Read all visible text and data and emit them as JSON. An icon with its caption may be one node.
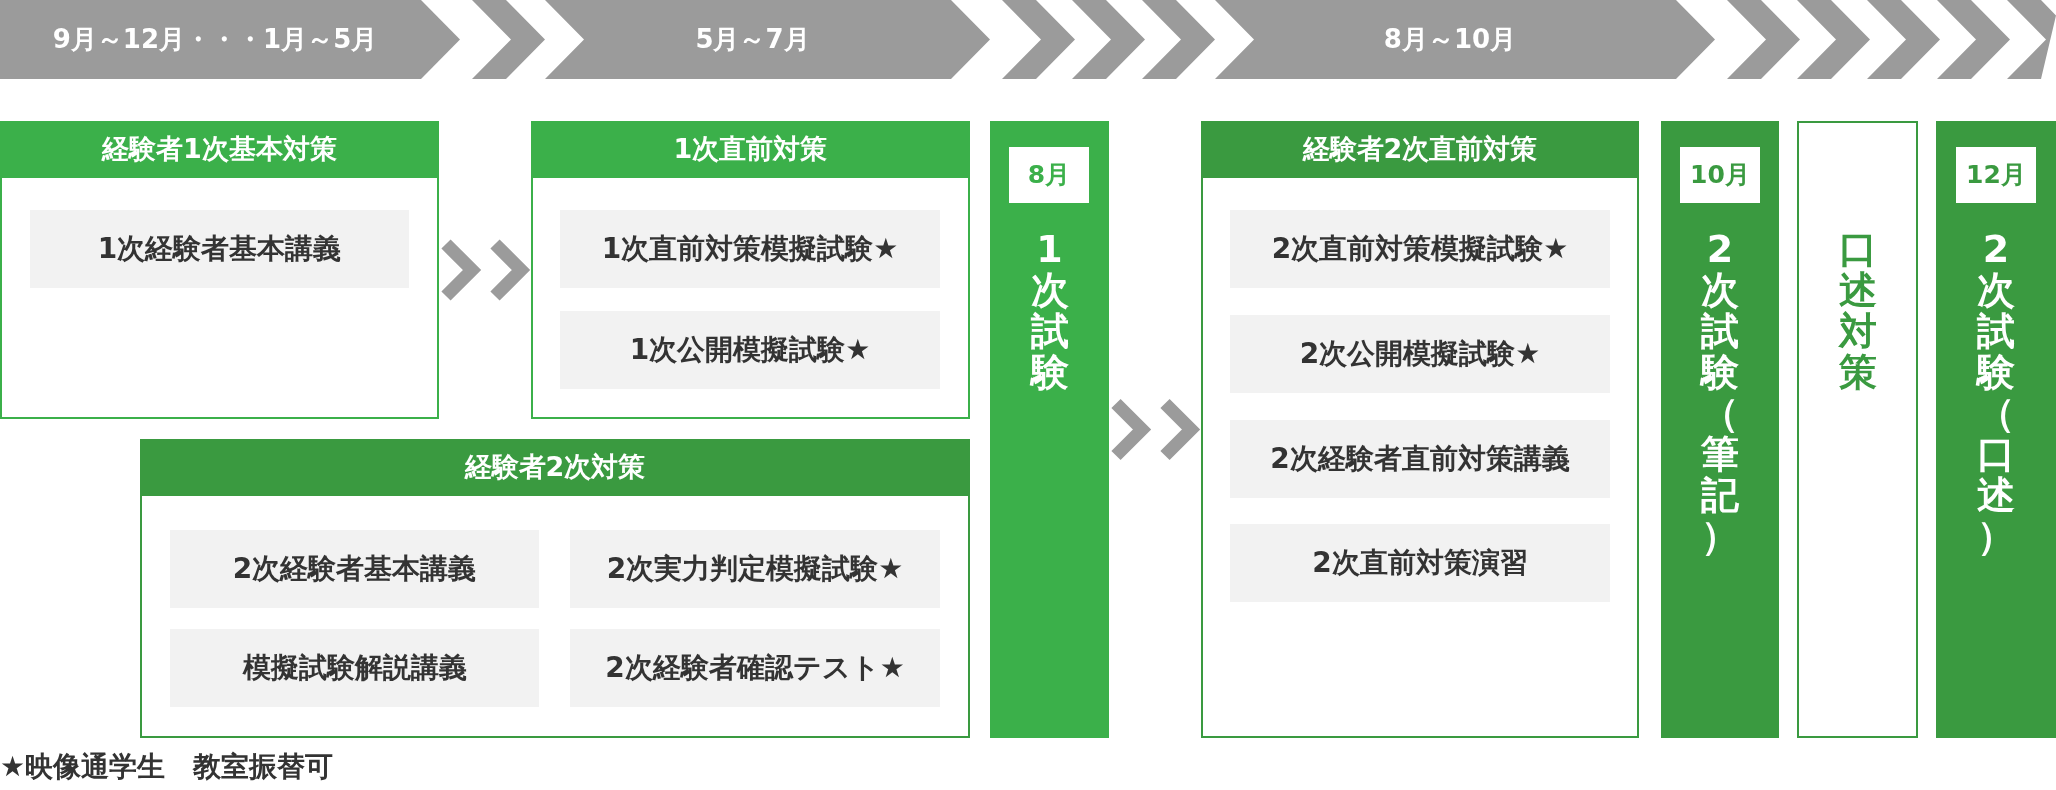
{
  "diagram": {
    "nodes": [
      {
        "text": [
          "9月～12月・・・1月～5月"
        ]
      },
      {
        "text": [
          "5月～7月"
        ]
      },
      {
        "text": [
          "8月～10月"
        ]
      },
      {
        "text": [
          "経験者1次基本対策"
        ]
      },
      {
        "text": [
          "1次経験者基本講義"
        ],
        "in": 3
      },
      {
        "text": [
          "1次直前対策"
        ]
      },
      {
        "text": [
          "1次直前対策模擬試験★"
        ],
        "in": 5
      },
      {
        "text": [
          "1次公開模擬試験★"
        ],
        "in": 5
      },
      {
        "text": [
          "経験者2次対策"
        ]
      },
      {
        "text": [
          "2次経験者基本講義"
        ],
        "in": 8
      },
      {
        "text": [
          "2次実力判定模擬試験★"
        ],
        "in": 8
      },
      {
        "text": [
          "模擬試験解説講義"
        ],
        "in": 8
      },
      {
        "text": [
          "2次経験者確認テスト★"
        ],
        "in": 8
      },
      {
        "text": [
          "1次試験"
        ]
      },
      {
        "text": [
          "8月"
        ],
        "in": 13
      },
      {
        "text": [
          "経験者2次直前対策"
        ]
      },
      {
        "text": [
          "2次直前対策模擬試験★"
        ],
        "in": 15
      },
      {
        "text": [
          "2次公開模擬試験★"
        ],
        "in": 15
      },
      {
        "text": [
          "2次経験者直前対策講義"
        ],
        "in": 15
      },
      {
        "text": [
          "2次直前対策演習"
        ],
        "in": 15
      },
      {
        "text": [
          "2次試験（筆記）"
        ]
      },
      {
        "text": [
          "10月"
        ],
        "in": 20
      },
      {
        "text": [
          "口述対策"
        ]
      },
      {
        "text": [
          "2次試験（口述）"
        ]
      },
      {
        "text": [
          "12月"
        ],
        "in": 23
      }
    ],
    "edges": [
      {
        "from": 3,
        "to": 5,
        "arrow": "to"
      },
      {
        "from": 13,
        "to": 15,
        "arrow": "to"
      }
    ],
    "labels": [
      "★映像通学生　教室振替可"
    ]
  }
}
